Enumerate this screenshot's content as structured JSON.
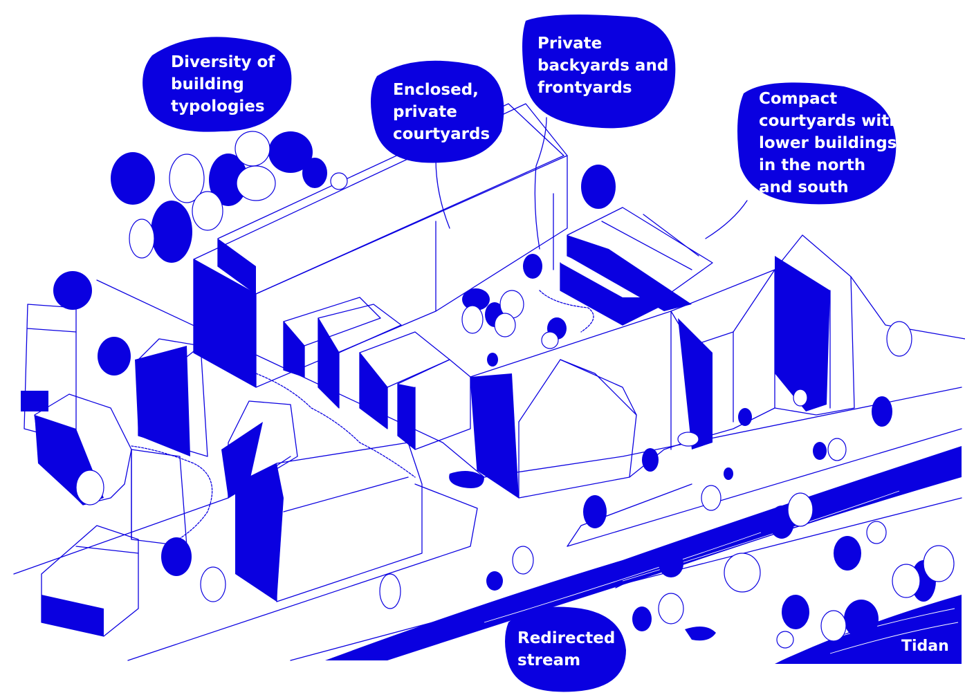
{
  "colors": {
    "ink": "#0a00e0",
    "fill": "#0a00e0",
    "paper": "#ffffff"
  },
  "labels": {
    "diversity": "Diversity of\nbuilding\ntypologies",
    "enclosed": "Enclosed,\nprivate\ncourtyards",
    "private_yards": "Private\nbackyards and\nfrontyards",
    "compact": "Compact\ncourtyards with\nlower buildings\nin the north\nand south",
    "stream": "Redirected\nstream",
    "tidan": "Tidan"
  }
}
